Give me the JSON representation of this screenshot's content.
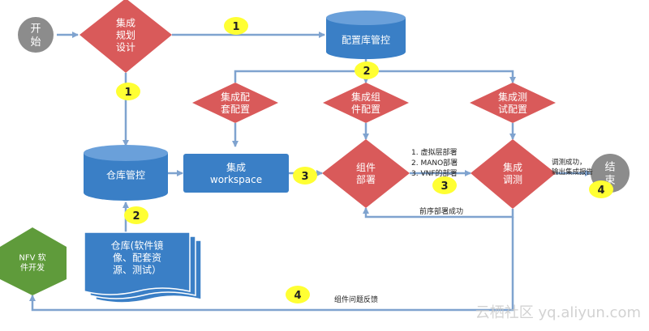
{
  "nodes": {
    "start": "开\n始",
    "plan": "集成\n规划\n设计",
    "config_mgmt": "配置库管控",
    "supporting_config": "集成配\n套配置",
    "component_config": "集成组\n件配置",
    "test_config": "集成测\n试配置",
    "warehouse_mgmt": "仓库管控",
    "workspace": "集成\nworkspace",
    "component_deploy": "组件\n部署",
    "integration_test": "集成\n调测",
    "end": "结\n束",
    "repository": "仓库(软件镜\n像、配套资\n源、测试）",
    "nfv_dev": "NFV 软\n件开发"
  },
  "steps": {
    "plan_to_config": "1",
    "plan_to_warehouse": "1",
    "config_feed": "2",
    "repo_to_warehouse": "2",
    "workspace_to_deploy": "3",
    "deploy_layer": "3",
    "test_to_end": "4",
    "feedback": "4"
  },
  "annotations": {
    "deploy_list": [
      "1.  虚拟层部署",
      "2.  MANO部署",
      "3.  VNF的部署"
    ],
    "test_result": [
      "调测成功，",
      "输出集成报告"
    ],
    "deploy_success": "前序部署成功",
    "feedback": "组件问题反馈",
    "watermark": "云栖社区 yq.aliyun.com"
  },
  "colors": {
    "diamond": "#d95a5a",
    "blue": "#3a7fc6",
    "gray": "#8c8c8c",
    "green": "#5f9b3b",
    "badge": "#ffff33",
    "line": "#7fa3cf"
  }
}
